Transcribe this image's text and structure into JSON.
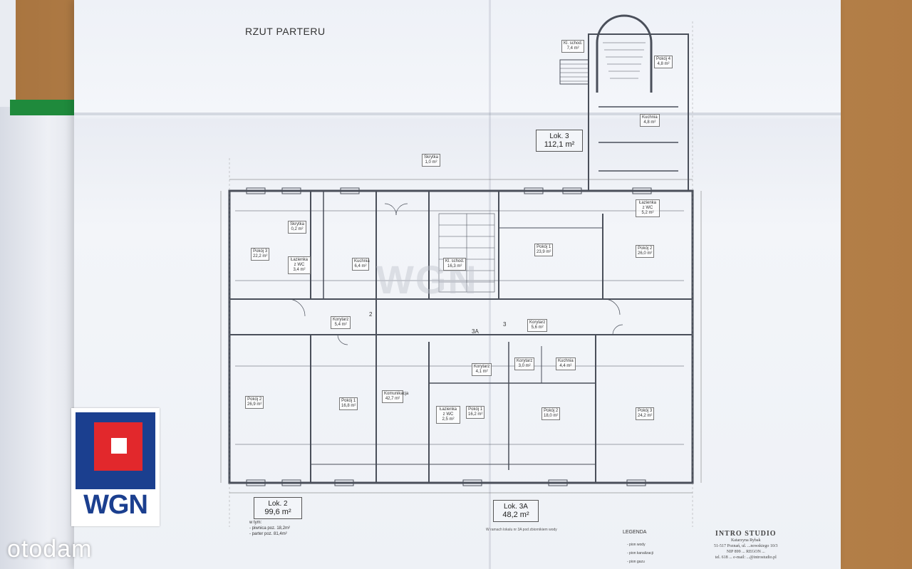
{
  "plan": {
    "title": "RZUT PARTERU",
    "watermark": "WGN"
  },
  "lokale": [
    {
      "id": "lok2",
      "name": "Lok. 2",
      "area": "99,6 m²",
      "sub": [
        "w tym:",
        "- piwnica poz. 18,2m²",
        "- parter poz. 81,4m²"
      ]
    },
    {
      "id": "lok3",
      "name": "Lok. 3",
      "area": "112,1 m²"
    },
    {
      "id": "lok3a",
      "name": "Lok. 3A",
      "area": "48,2 m²",
      "note": "W ramach lokalu nr 3A pod zbiornikiem wody"
    }
  ],
  "rooms": [
    {
      "name": "Kl. schod.",
      "area": "7,4 m²"
    },
    {
      "name": "Pokój 4",
      "area": "4,8 m²"
    },
    {
      "name": "Kuchnia",
      "area": "4,8 m²"
    },
    {
      "name": "Skrytka",
      "area": "1,0 m²"
    },
    {
      "name": "Skrytka",
      "area": "0,2 m²"
    },
    {
      "name": "Pokój 3",
      "area": "22,2 m²"
    },
    {
      "name": "Łazienka z WC",
      "area": "3,4 m²"
    },
    {
      "name": "Kuchnia",
      "area": "6,4 m²"
    },
    {
      "name": "Kl. schod.",
      "area": "16,3 m²"
    },
    {
      "name": "Pokój 1",
      "area": "23,9 m²"
    },
    {
      "name": "Pokój 2",
      "area": "26,0 m²"
    },
    {
      "name": "Łazienka z WC",
      "area": "5,2 m²"
    },
    {
      "name": "Korytarz",
      "area": "5,4 m²"
    },
    {
      "name": "Korytarz",
      "area": "5,6 m²"
    },
    {
      "name": "Korytarz",
      "area": "3,0 m²"
    },
    {
      "name": "Korytarz",
      "area": "4,1 m²"
    },
    {
      "name": "Kuchnia",
      "area": "4,4 m²"
    },
    {
      "name": "Pokój 2",
      "area": "26,9 m²"
    },
    {
      "name": "Pokój 1",
      "area": "16,8 m²"
    },
    {
      "name": "Komunikacja",
      "area": "42,7 m²"
    },
    {
      "name": "Łazienka z WC",
      "area": "2,5 m²"
    },
    {
      "name": "Pokój 1",
      "area": "16,2 m²"
    },
    {
      "name": "Pokój 2",
      "area": "18,0 m²"
    },
    {
      "name": "Pokój 3",
      "area": "24,2 m²"
    }
  ],
  "markers": {
    "m2": "2",
    "m3": "3",
    "m3a": "3A"
  },
  "legend": {
    "title": "LEGENDA",
    "items": [
      "- pion wody",
      "- pion kanalizacji",
      "- pion gazu"
    ]
  },
  "studio": {
    "name": "INTRO STUDIO",
    "lines": [
      "Katarzyna Rybak",
      "51-517 Poznań, ul. ...nowskiego 10/3",
      "NIP 899 ... REGON ...",
      "tel. 618 ... e-mail: ...@introstudio.pl"
    ]
  },
  "branding": {
    "logo_text": "WGN",
    "portal": "otodam",
    "colors": {
      "logo_blue": "#1b3f8f",
      "logo_red": "#e2282c",
      "paper": "#f2f4f8",
      "desk": "#b7824a"
    }
  }
}
